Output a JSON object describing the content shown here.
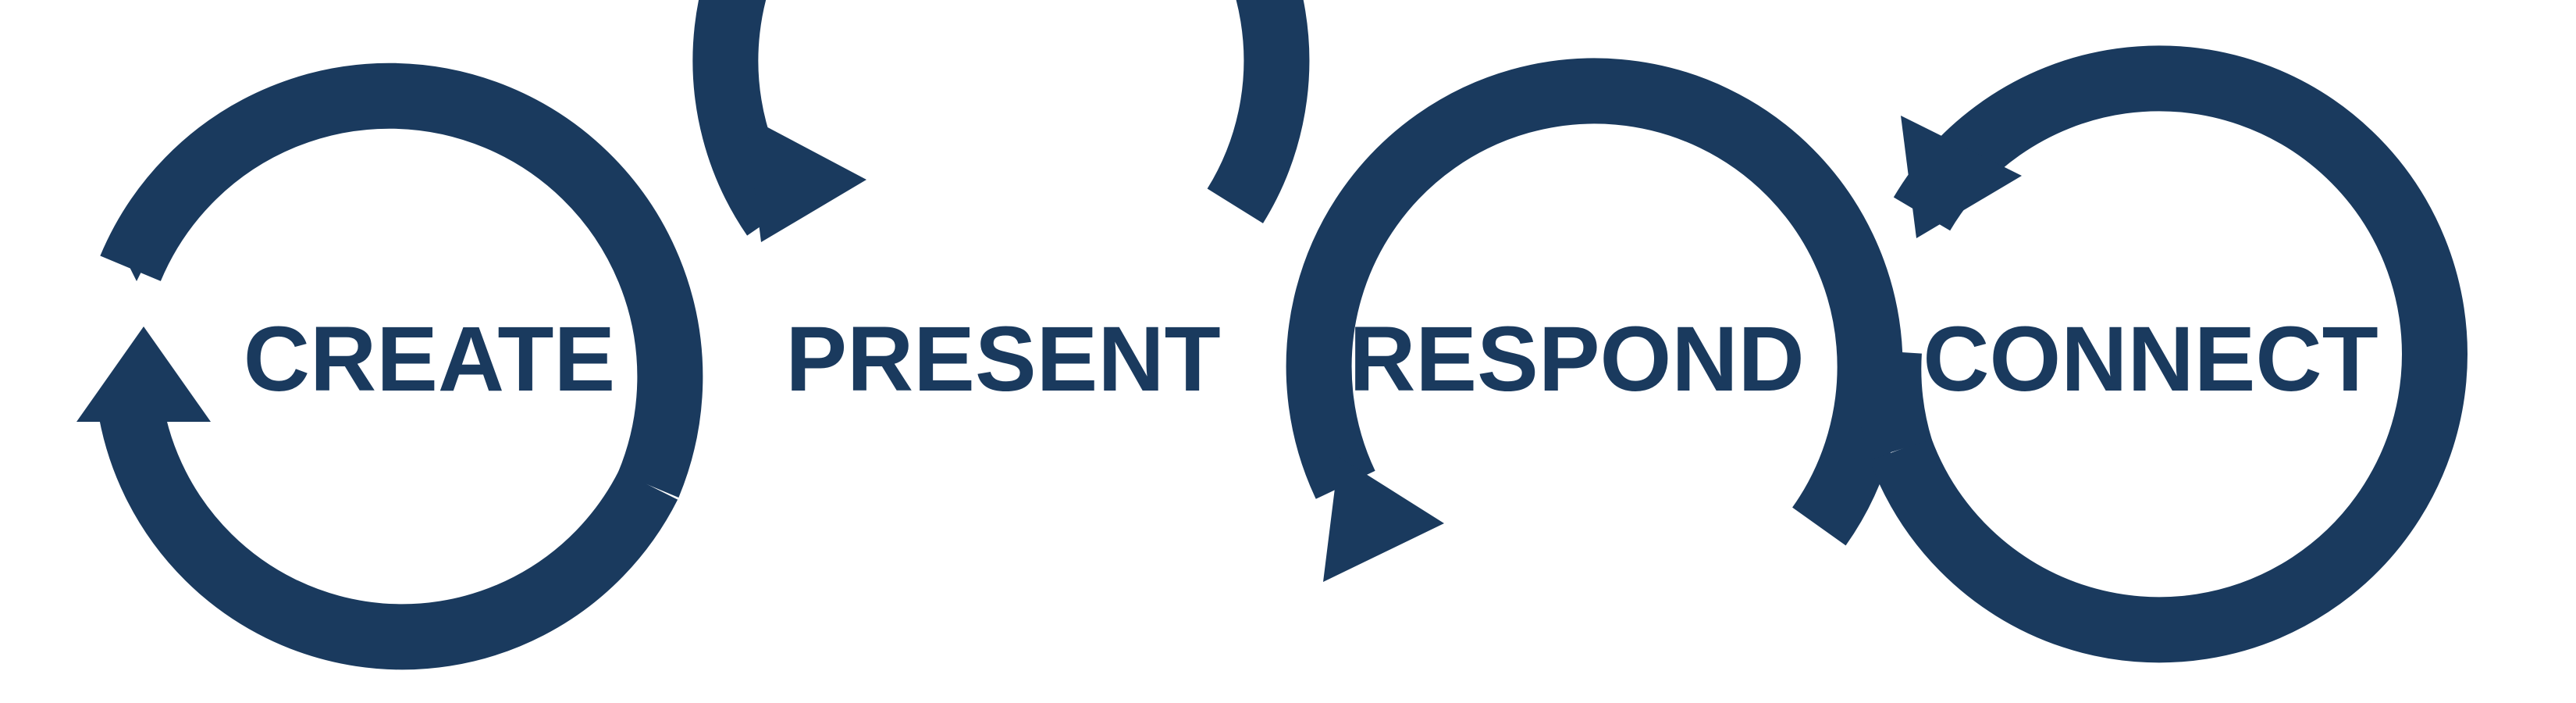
{
  "diagram": {
    "color": "#1a3a5e",
    "stages": [
      {
        "label": "CREATE"
      },
      {
        "label": "PRESENT"
      },
      {
        "label": "RESPOND"
      },
      {
        "label": "CONNECT"
      }
    ]
  }
}
